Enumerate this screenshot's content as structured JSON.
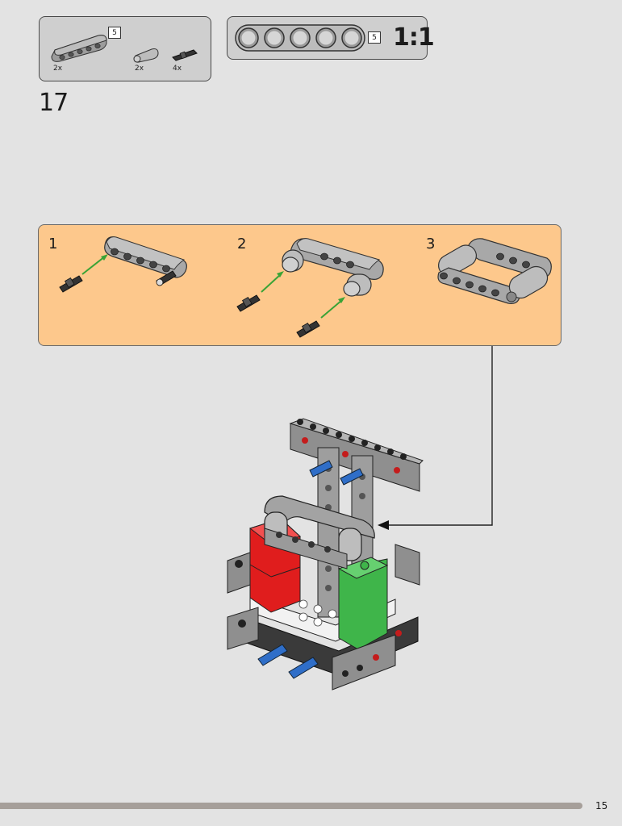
{
  "parts_list": {
    "beam_length_badge": "5",
    "items": [
      {
        "icon": "beam-5-icon",
        "qty": "2x"
      },
      {
        "icon": "pin-tube-icon",
        "qty": "2x"
      },
      {
        "icon": "axle-pin-icon",
        "qty": "4x"
      }
    ]
  },
  "scale_reference": {
    "length_badge": "5",
    "label": "1:1"
  },
  "step": {
    "number": "17"
  },
  "substeps": [
    {
      "number": "1"
    },
    {
      "number": "2"
    },
    {
      "number": "3"
    }
  ],
  "page": {
    "number": "15"
  },
  "colors": {
    "background": "#e3e3e3",
    "callout": "#fdc88c",
    "beam": "#a9a9a9",
    "arrow": "#3aa336",
    "brick_red": "#e01d1d",
    "brick_green": "#3fb54a",
    "pin_blue": "#2f6ec8"
  }
}
